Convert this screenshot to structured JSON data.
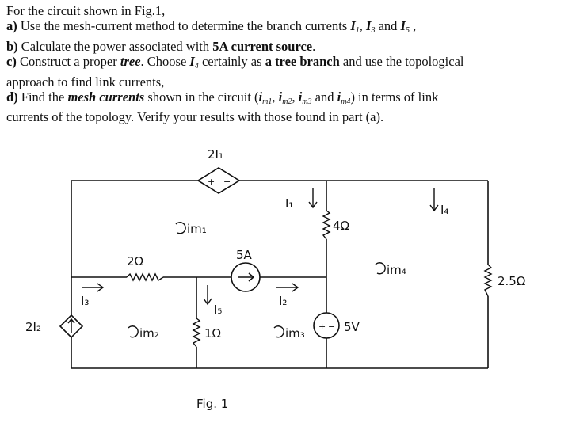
{
  "problem": {
    "intro": "For the circuit shown in Fig.1,",
    "a": {
      "label": "a)",
      "text1": "Use the mesh-current method to determine the branch currents",
      "i1": "I",
      "i1_sub": "1",
      "sep1": ",",
      "i3": "I",
      "i3_sub": "3",
      "and": "and",
      "i5": "I",
      "i5_sub": "5",
      "end": ","
    },
    "b": {
      "label": "b)",
      "text1": "Calculate the power associated with",
      "bold": "5A current source",
      "end": "."
    },
    "c": {
      "label": "c)",
      "text1": "Construct a proper",
      "tree": "tree",
      "text2": ". Choose",
      "i4": "I",
      "i4_sub": "4",
      "text3": "certainly as",
      "bold": "a tree branch",
      "text4": "and use the topological",
      "line2": "approach to find link currents,"
    },
    "d": {
      "label": "d)",
      "text1": "Find the",
      "bold": "mesh currents",
      "text2": "shown in the circuit (",
      "m1": "i",
      "m1_sub": "m1",
      "m2": "i",
      "m2_sub": "m2",
      "m3": "i",
      "m3_sub": "m3",
      "and": "and",
      "m4": "i",
      "m4_sub": "m4",
      "text3": ") in terms of link",
      "line2": "currents of the topology. Verify your results with those found in part (a)."
    }
  },
  "circuit": {
    "dep_source_top": "2I₁",
    "dep_source_left": "2I₂",
    "mesh1": "im₁",
    "mesh2": "im₂",
    "mesh3": "im₃",
    "mesh4": "im₄",
    "r_2ohm_left": "2Ω",
    "r_1ohm": "1Ω",
    "r_4ohm": "4Ω",
    "r_2_5ohm": "2.5Ω",
    "current_source": "5A",
    "voltage_source": "5V",
    "i1": "I₁",
    "i2": "I₂",
    "i3": "I₃",
    "i4": "I₄",
    "i5": "I₅",
    "plus": "+",
    "minus": "−",
    "caption": "Fig. 1"
  }
}
